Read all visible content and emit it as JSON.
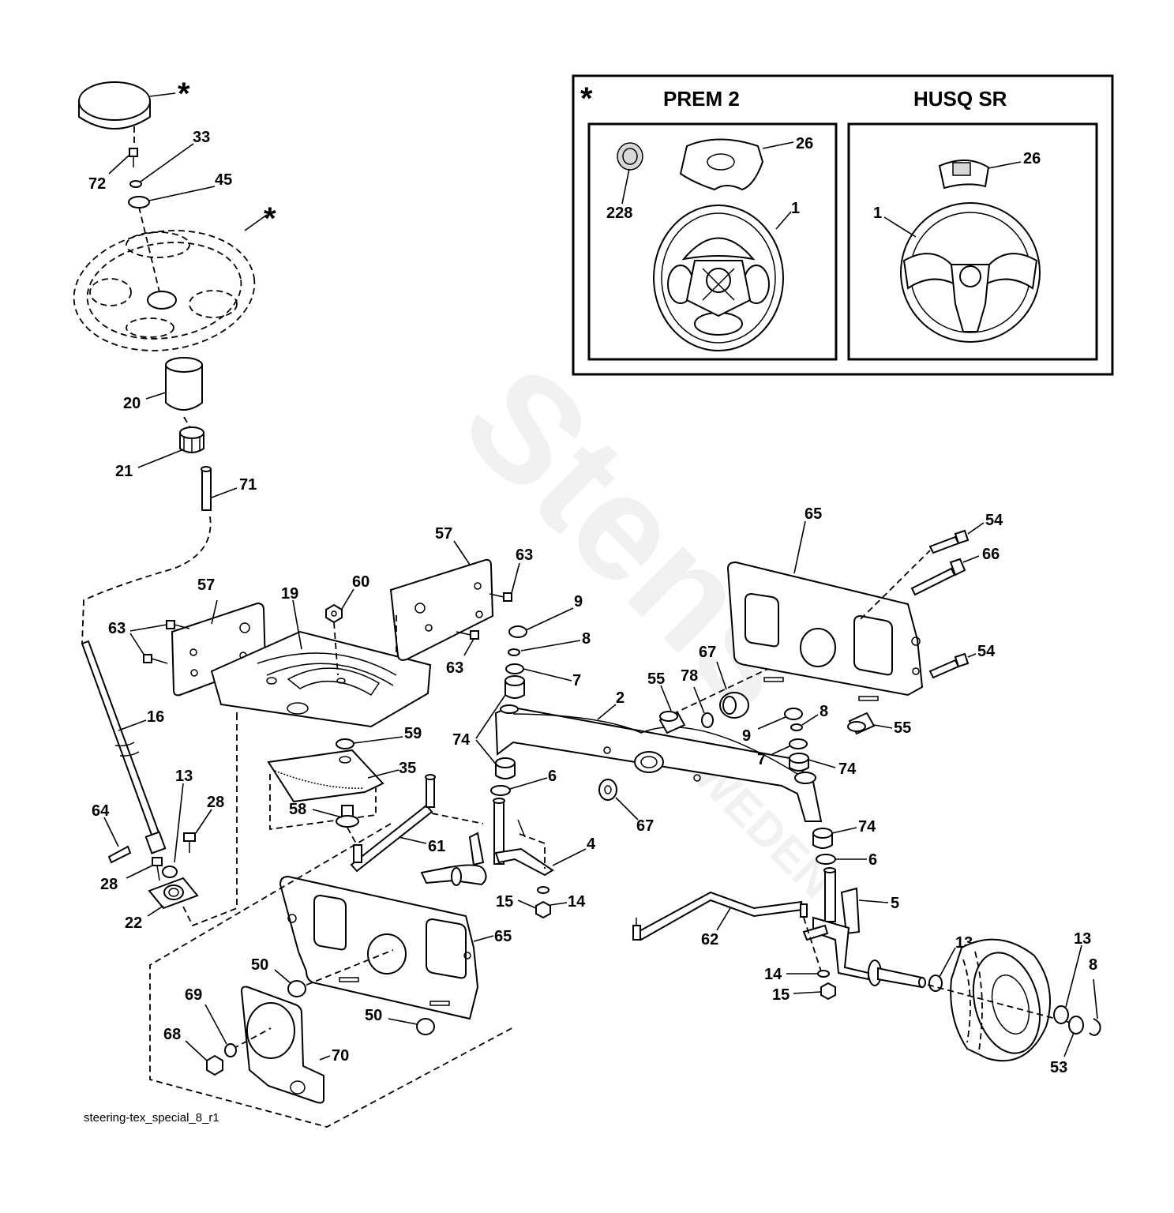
{
  "inset": {
    "star": "*",
    "left_header": "PREM 2",
    "right_header": "HUSQ SR"
  },
  "file_name": "steering-tex_special_8_r1",
  "watermark": {
    "brand": "Stens",
    "sub": "SWEDEN"
  },
  "labels": {
    "star_cap": "*",
    "star_wheel": "*",
    "l72": "72",
    "l33": "33",
    "l45": "45",
    "l20": "20",
    "l21": "21",
    "l71": "71",
    "l57a": "57",
    "l57b": "57",
    "l19": "19",
    "l60": "60",
    "l63a": "63",
    "l63b": "63",
    "l63c": "63",
    "l16": "16",
    "l13a": "13",
    "l28a": "28",
    "l28b": "28",
    "l64": "64",
    "l22": "22",
    "l59": "59",
    "l35": "35",
    "l58": "58",
    "l61": "61",
    "l9a": "9",
    "l8a": "8",
    "l7a": "7",
    "l74a": "74",
    "l6a": "6",
    "l2": "2",
    "l55a": "55",
    "l78": "78",
    "l67a": "67",
    "l67b": "67",
    "l4": "4",
    "l15a": "15",
    "l14a": "14",
    "l65a": "65",
    "l65b": "65",
    "l54a": "54",
    "l54b": "54",
    "l66": "66",
    "l9b": "9",
    "l8b": "8",
    "l7b": "7",
    "l55b": "55",
    "l74b": "74",
    "l74c": "74",
    "l6b": "6",
    "l5": "5",
    "l62": "62",
    "l13b": "13",
    "l13c": "13",
    "l8c": "8",
    "l53": "53",
    "l14b": "14",
    "l15b": "15",
    "l50a": "50",
    "l50b": "50",
    "l69": "69",
    "l68": "68",
    "l70": "70",
    "i228": "228",
    "i26a": "26",
    "i1a": "1",
    "i26b": "26",
    "i1b": "1"
  }
}
